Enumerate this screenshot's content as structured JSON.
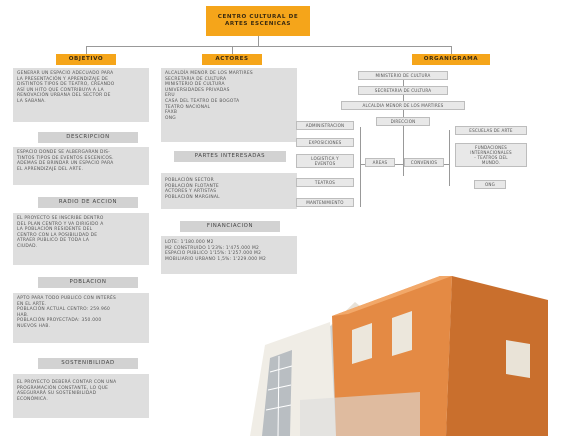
{
  "title": {
    "lines": [
      "CENTRO CULTURAL DE",
      "ARTES ESCENICAS"
    ]
  },
  "objetivo": {
    "header": "OBJETIVO",
    "text": [
      "GENERAR UN ESPACIO ADECUADO PARA",
      "LA PRESENTACIÓN Y APRENDIZAJE DE",
      "DISTINTOS TIPOS DE TEATRO, CREANDO",
      "ASÍ UN HITO QUE CONTRIBUYA A LA",
      "RENOVACIÓN URBANA DEL SECTOR DE",
      "LA SABANA."
    ]
  },
  "descripcion": {
    "header": "DESCRIPCION",
    "text": [
      "ESPACIO DONDE SE ALBERGARAN DIS-",
      "TINTOS TIPOS DE EVENTOS ESCENICOS.",
      "ADEMAS DE BRINDAR UN ESPACIO PARA",
      "EL APRENDIZAJE DEL ARTE."
    ]
  },
  "radio": {
    "header": "RADIO DE ACCION",
    "text": [
      "EL PROYECTO SE INSCRIBE DENTRO",
      "DEL PLAN CENTRO Y VA DIRIGIDO A",
      "LA POBLACIÓN RESIDENTE DEL",
      "CENTRO CON LA POSIBILIDAD DE",
      "ATRAER PUBLICO DE TODA LA",
      "CIUDAD."
    ]
  },
  "poblacion": {
    "header": "POBLACION",
    "text": [
      "APTO PARA TODO PUBLICO CON INTERÉS",
      "EN EL ARTE.",
      "POBLACIÓN ACTUAL CENTRO: 259.960",
      "HAB.",
      "POBLACIÓN PROYECTADA: 350.000",
      "NUEVOS HAB."
    ]
  },
  "sostenibilidad": {
    "header": "SOSTENIBILIDAD",
    "text": [
      "EL PROYECTO DEBERÁ CONTAR CON UNA",
      "PROGRAMACIÓN CONSTANTE, LO QUE",
      "ASEGURARÁ SU SOSTENIBILIDAD",
      "ECONÓMICA."
    ]
  },
  "actores": {
    "header": "ACTORES",
    "text": [
      "ALCALDÍA MENOR DE LOS MARTIRES",
      "SECRETARIA DE CULTURA",
      "MINISTERIO DE CULTURA",
      "UNIVERSIDADES PRIVADAS",
      "ERU",
      "CASA DEL TEATRO DE BOGOTA",
      "TEATRO NACIONAL",
      "FAXB",
      "ONG"
    ]
  },
  "partes": {
    "header": "PARTES INTERESADAS",
    "text": [
      "POBLACIÓN SECTOR",
      "POBLACIÓN FLOTANTE",
      "ACTORES Y ARTISTAS",
      "POBLACIÓN MARGINAL"
    ]
  },
  "financiacion": {
    "header": "FINANCIACION",
    "text": [
      "LOTE: 1'180.000 M2",
      "M2 CONSTRUIDO 1'23%: 1'475.000 M2",
      "ESPACIO PUBLICO 1'15%: 1'257.000 M2",
      "MOBILIARIO URBANO 1,5%: 1'229.000 M2"
    ]
  },
  "organigrama": {
    "header": "ORGANIGRAMA",
    "chain": [
      "MINISTERIO DE CULTURA",
      "SECRETARIA DE CULTURA",
      "ALCALDIA MENOR DE LOS MARTIRES",
      "DIRECCION"
    ],
    "areas": "AREAS",
    "convenios": "CONVENIOS",
    "left_items": [
      [
        "ADMINISTRACION"
      ],
      [
        "EXPOSICIONES"
      ],
      [
        "LOGISTICA Y",
        "EVENTOS"
      ],
      [
        "TEATROS"
      ],
      [
        "MANTENIMIENTO"
      ]
    ],
    "right_items": [
      [
        "ESCUELAS DE ARTE"
      ],
      [
        "FUNDACIONES",
        "INTERNACIONALES",
        "- TEATROS DEL",
        "MUNDO."
      ],
      [
        "ONG"
      ]
    ]
  },
  "colors": {
    "accent": "#f5a51a",
    "panel": "#dedede",
    "building": "#e08a45"
  }
}
